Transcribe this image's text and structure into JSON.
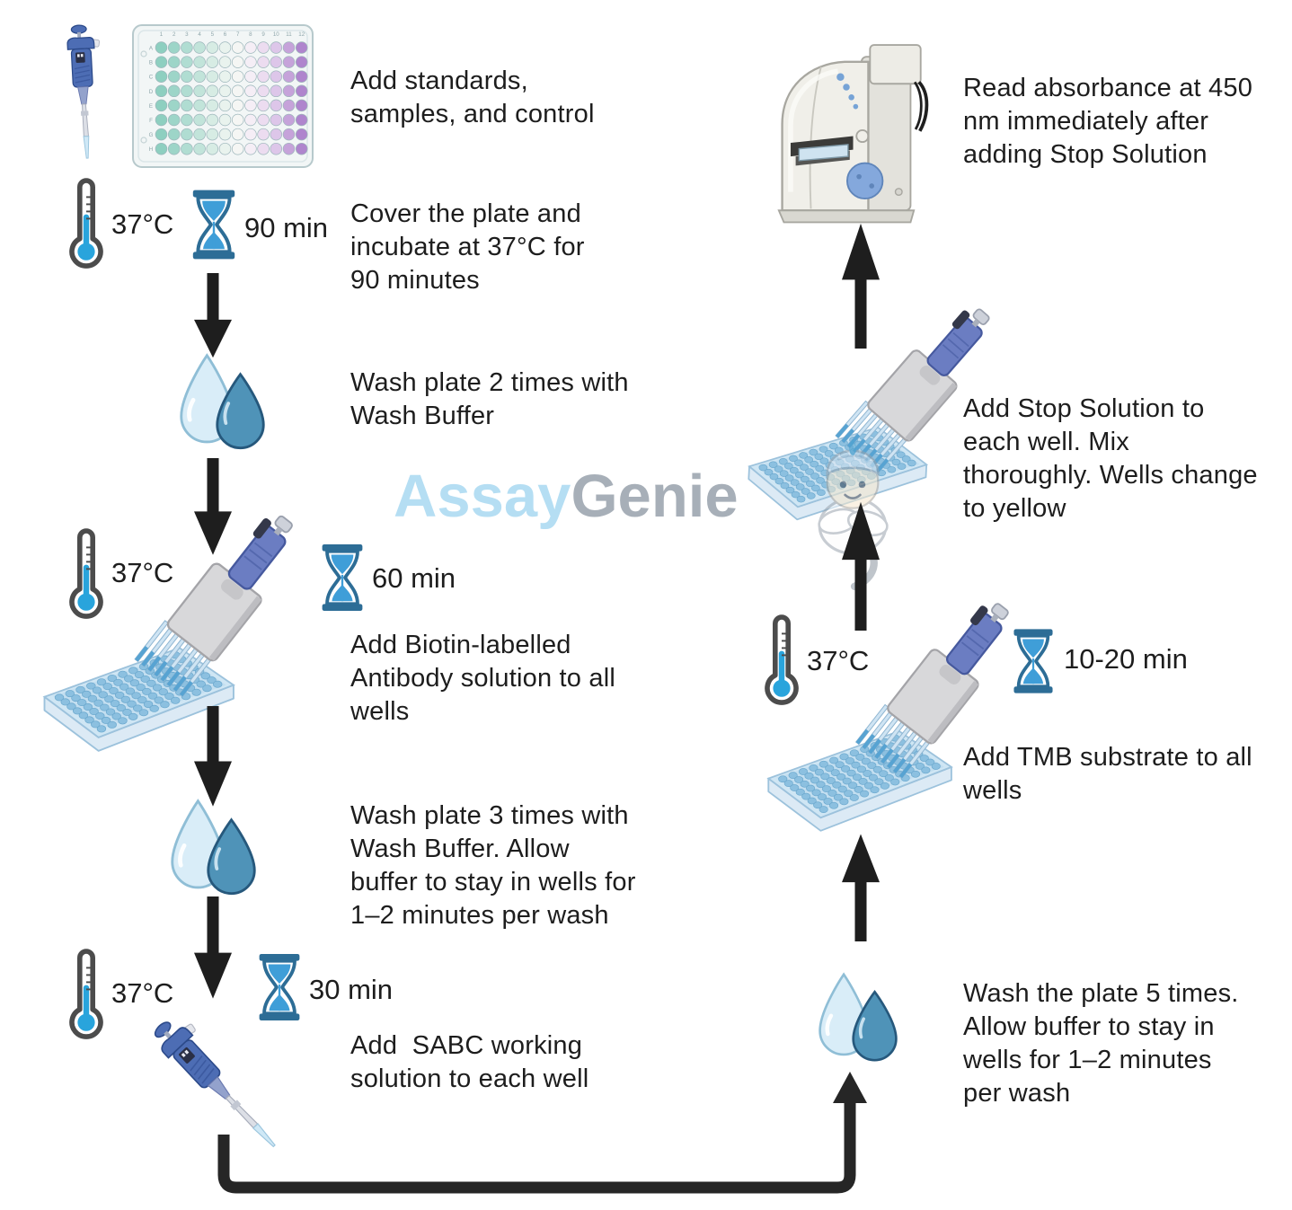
{
  "watermark": {
    "part1": "Assay",
    "part2": "Genie"
  },
  "steps": {
    "add_samples": {
      "text": "Add standards,\nsamples, and control"
    },
    "incubate": {
      "temp": "37°C",
      "time": "90 min",
      "text": "Cover the plate and\nincubate at 37°C for\n90 minutes"
    },
    "wash2": {
      "text": "Wash plate 2 times with\nWash Buffer"
    },
    "biotin": {
      "temp": "37°C",
      "time": "60 min",
      "text": "Add Biotin-labelled\nAntibody solution to all\nwells"
    },
    "wash3": {
      "text": "Wash plate 3 times with\nWash Buffer. Allow\nbuffer to stay in wells for\n1–2 minutes per wash"
    },
    "sabc": {
      "temp": "37°C",
      "time": "30 min",
      "text": "Add  SABC working\nsolution to each well"
    },
    "wash5": {
      "text": "Wash the plate 5 times.\nAllow buffer to stay in\nwells for 1–2 minutes\nper wash"
    },
    "tmb": {
      "temp": "37°C",
      "time": "10-20 min",
      "text": "Add TMB substrate to all\nwells"
    },
    "stop": {
      "text": "Add Stop Solution to\neach well. Mix\nthoroughly. Wells change\nto yellow"
    },
    "read": {
      "text": "Read absorbance at 450\nnm immediately after\nadding Stop Solution"
    }
  },
  "plate": {
    "columns": [
      "1",
      "2",
      "3",
      "4",
      "5",
      "6",
      "7",
      "8",
      "9",
      "10",
      "11",
      "12"
    ],
    "rows": [
      "A",
      "B",
      "C",
      "D",
      "E",
      "F",
      "G",
      "H"
    ],
    "well_colors": [
      "#8ecfc0",
      "#9dd5c8",
      "#b0ddd2",
      "#c2e4da",
      "#d7ece4",
      "#e9f3ee",
      "#f5f6f4",
      "#f5eef6",
      "#ecdcf0",
      "#ddc6e9",
      "#c6a3da",
      "#af85cd"
    ]
  },
  "colors": {
    "arrow": "#1e1e1e",
    "text": "#1d1d1d",
    "thermometer_fluid": "#29a4dc",
    "thermometer_outline": "#4c4c4c",
    "hourglass_frame": "#2d6d96",
    "hourglass_sand": "#3f9ed8",
    "drop_light": "#d9edf8",
    "drop_dark": "#4f93b8",
    "plate_blue": "#cfe6f4",
    "well_blue": "#8cc0e0",
    "pipette_blue": "#4d6db4",
    "watermark_blue": "#a9d9f1",
    "watermark_gray": "#98a2ac"
  }
}
